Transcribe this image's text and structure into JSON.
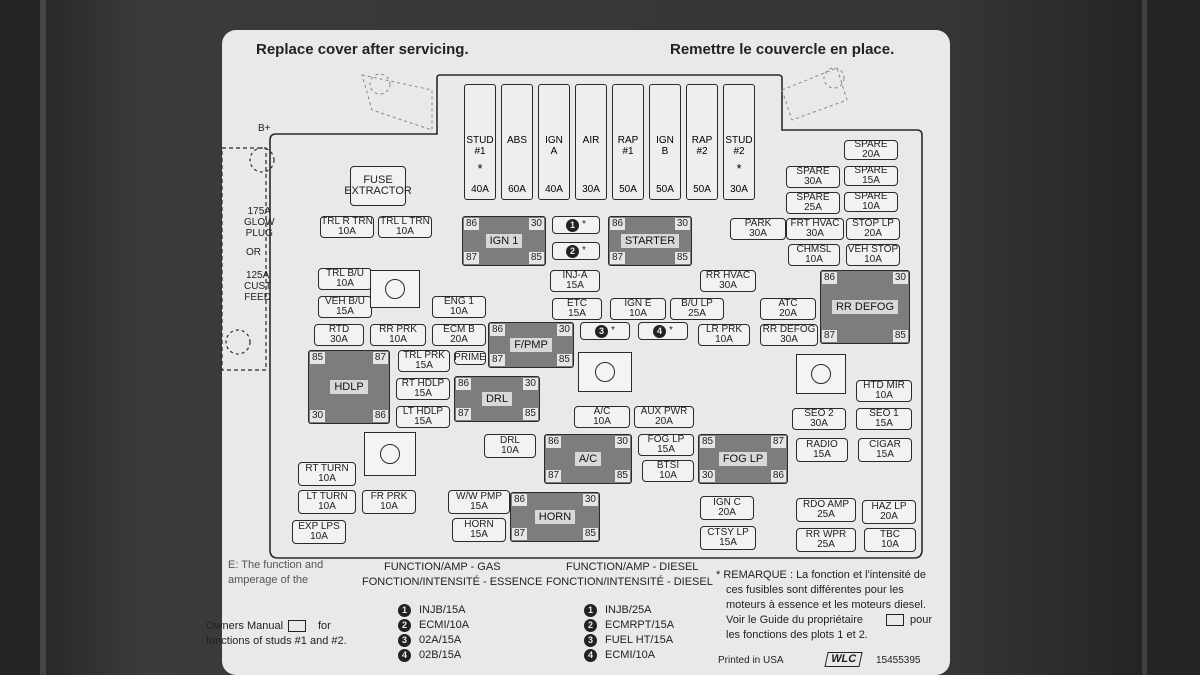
{
  "header": {
    "left": "Replace cover after servicing.",
    "right": "Remettre le couvercle en place."
  },
  "maxi_fuses": [
    {
      "name": "STUD\n#1",
      "star": "*",
      "amp": "40A"
    },
    {
      "name": "ABS",
      "star": "",
      "amp": "60A"
    },
    {
      "name": "IGN\nA",
      "star": "",
      "amp": "40A"
    },
    {
      "name": "AIR",
      "star": "",
      "amp": "30A"
    },
    {
      "name": "RAP\n#1",
      "star": "",
      "amp": "50A"
    },
    {
      "name": "IGN\nB",
      "star": "",
      "amp": "50A"
    },
    {
      "name": "RAP\n#2",
      "star": "",
      "amp": "50A"
    },
    {
      "name": "STUD\n#2",
      "star": "*",
      "amp": "30A"
    }
  ],
  "side_labels": {
    "b_plus": "B+",
    "glow": "175A\nGLOW\nPLUG",
    "or": "OR",
    "cust": "125A\nCUST\nFEED"
  },
  "fuse_extractor": "FUSE\nEXTRACTOR",
  "fuses": [
    {
      "id": "trl-r-trn",
      "name": "TRL R TRN",
      "amp": "10A"
    },
    {
      "id": "trl-l-trn",
      "name": "TRL L TRN",
      "amp": "10A"
    },
    {
      "id": "trl-bu",
      "name": "TRL B/U",
      "amp": "10A"
    },
    {
      "id": "veh-bu",
      "name": "VEH B/U",
      "amp": "15A"
    },
    {
      "id": "eng1",
      "name": "ENG 1",
      "amp": "10A"
    },
    {
      "id": "rtd",
      "name": "RTD",
      "amp": "30A"
    },
    {
      "id": "rr-prk",
      "name": "RR PRK",
      "amp": "10A"
    },
    {
      "id": "ecm-b",
      "name": "ECM B",
      "amp": "20A"
    },
    {
      "id": "trl-prk",
      "name": "TRL PRK",
      "amp": "15A"
    },
    {
      "id": "prime",
      "name": "PRIME",
      "amp": ""
    },
    {
      "id": "rt-hdlp",
      "name": "RT HDLP",
      "amp": "15A"
    },
    {
      "id": "lt-hdlp",
      "name": "LT HDLP",
      "amp": "15A"
    },
    {
      "id": "inj-a",
      "name": "INJ-A",
      "amp": "15A"
    },
    {
      "id": "etc",
      "name": "ETC",
      "amp": "15A"
    },
    {
      "id": "ign-e",
      "name": "IGN E",
      "amp": "10A"
    },
    {
      "id": "bu-lp",
      "name": "B/U LP",
      "amp": "25A"
    },
    {
      "id": "rr-hvac",
      "name": "RR HVAC",
      "amp": "30A"
    },
    {
      "id": "lr-prk",
      "name": "LR PRK",
      "amp": "10A"
    },
    {
      "id": "atc",
      "name": "ATC",
      "amp": "20A"
    },
    {
      "id": "rr-defog-f",
      "name": "RR DEFOG",
      "amp": "30A"
    },
    {
      "id": "park",
      "name": "PARK",
      "amp": "30A"
    },
    {
      "id": "spare-20a",
      "name": "SPARE",
      "amp": "20A"
    },
    {
      "id": "spare-30a",
      "name": "SPARE",
      "amp": "30A"
    },
    {
      "id": "spare-15a",
      "name": "SPARE",
      "amp": "15A"
    },
    {
      "id": "spare-25a",
      "name": "SPARE",
      "amp": "25A"
    },
    {
      "id": "spare-10a",
      "name": "SPARE",
      "amp": "10A"
    },
    {
      "id": "frt-hvac",
      "name": "FRT HVAC",
      "amp": "30A"
    },
    {
      "id": "stop-lp",
      "name": "STOP LP",
      "amp": "20A"
    },
    {
      "id": "chmsl",
      "name": "CHMSL",
      "amp": "10A"
    },
    {
      "id": "veh-stop",
      "name": "VEH STOP",
      "amp": "10A"
    },
    {
      "id": "htd-mir",
      "name": "HTD MIR",
      "amp": "10A"
    },
    {
      "id": "seo2",
      "name": "SEO 2",
      "amp": "30A"
    },
    {
      "id": "seo1",
      "name": "SEO 1",
      "amp": "15A"
    },
    {
      "id": "radio",
      "name": "RADIO",
      "amp": "15A"
    },
    {
      "id": "cigar",
      "name": "CIGAR",
      "amp": "15A"
    },
    {
      "id": "ac-f",
      "name": "A/C",
      "amp": "10A"
    },
    {
      "id": "aux-pwr",
      "name": "AUX PWR",
      "amp": "20A"
    },
    {
      "id": "drl-f",
      "name": "DRL",
      "amp": "10A"
    },
    {
      "id": "fog-lp-f",
      "name": "FOG LP",
      "amp": "15A"
    },
    {
      "id": "btsi",
      "name": "BTSI",
      "amp": "10A"
    },
    {
      "id": "rt-turn",
      "name": "RT TURN",
      "amp": "10A"
    },
    {
      "id": "lt-turn",
      "name": "LT TURN",
      "amp": "10A"
    },
    {
      "id": "fr-prk",
      "name": "FR PRK",
      "amp": "10A"
    },
    {
      "id": "exp-lps",
      "name": "EXP LPS",
      "amp": "10A"
    },
    {
      "id": "ww-pmp",
      "name": "W/W PMP",
      "amp": "15A"
    },
    {
      "id": "horn-f",
      "name": "HORN",
      "amp": "15A"
    },
    {
      "id": "ign-c",
      "name": "IGN C",
      "amp": "20A"
    },
    {
      "id": "ctsy-lp",
      "name": "CTSY LP",
      "amp": "15A"
    },
    {
      "id": "rdo-amp",
      "name": "RDO AMP",
      "amp": "25A"
    },
    {
      "id": "haz-lp",
      "name": "HAZ LP",
      "amp": "20A"
    },
    {
      "id": "rr-wpr",
      "name": "RR WPR",
      "amp": "25A"
    },
    {
      "id": "tbc",
      "name": "TBC",
      "amp": "10A"
    }
  ],
  "relays": [
    {
      "id": "ign1",
      "name": "IGN 1",
      "tl": "86",
      "tr": "30",
      "bl": "87",
      "br": "85"
    },
    {
      "id": "starter",
      "name": "STARTER",
      "tl": "86",
      "tr": "30",
      "bl": "87",
      "br": "85"
    },
    {
      "id": "fpmp",
      "name": "F/PMP",
      "tl": "86",
      "tr": "30",
      "bl": "87",
      "br": "85"
    },
    {
      "id": "rr-defog",
      "name": "RR DEFOG",
      "tl": "86",
      "tr": "30",
      "bl": "87",
      "br": "85"
    },
    {
      "id": "hdlp",
      "name": "HDLP",
      "tl": "85",
      "tr": "87",
      "bl": "30",
      "br": "86"
    },
    {
      "id": "drl",
      "name": "DRL",
      "tl": "86",
      "tr": "30",
      "bl": "87",
      "br": "85"
    },
    {
      "id": "ac",
      "name": "A/C",
      "tl": "86",
      "tr": "30",
      "bl": "87",
      "br": "85"
    },
    {
      "id": "fog-lp",
      "name": "FOG LP",
      "tl": "85",
      "tr": "87",
      "bl": "30",
      "br": "86"
    },
    {
      "id": "horn",
      "name": "HORN",
      "tl": "86",
      "tr": "30",
      "bl": "87",
      "br": "85"
    }
  ],
  "numbered_plots": [
    "1",
    "2",
    "3",
    "4"
  ],
  "star": "*",
  "footer": {
    "note_left": [
      "E: The function and",
      "amperage of the",
      "",
      "Owners Manual",
      "functions of studs #1 and #2."
    ],
    "note_left_for": "for",
    "gas_title": "FUNCTION/AMP - GAS",
    "gas_title_fr": "FONCTION/INTENSITÉ - ESSENCE",
    "gas_items": [
      "INJB/15A",
      "ECMI/10A",
      "02A/15A",
      "02B/15A"
    ],
    "diesel_title": "FUNCTION/AMP - DIESEL",
    "diesel_title_fr": "FONCTION/INTENSITÉ - DIESEL",
    "diesel_items": [
      "INJB/25A",
      "ECMRPT/15A",
      "FUEL HT/15A",
      "ECMI/10A"
    ],
    "remark": [
      "* REMARQUE : La fonction et l'intensité de",
      "ces fusibles sont différentes pour les",
      "moteurs à essence et les moteurs diesel.",
      "Voir le Guide du propriétaire",
      "les fonctions des plots 1 et 2."
    ],
    "remark_pour": "pour",
    "printed": "Printed in USA",
    "wlc": "WLC",
    "part_no": "15455395"
  }
}
